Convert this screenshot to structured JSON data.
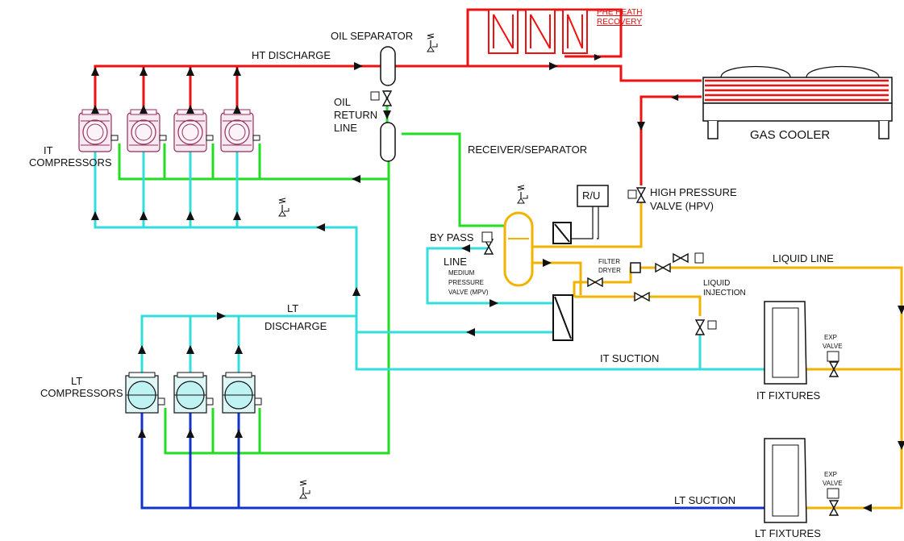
{
  "colors": {
    "ht_discharge": "#ee1111",
    "compressor_red": "#9b2a5a",
    "oil_return": "#22dd22",
    "it_suction": "#33dddd",
    "liquid": "#f2b200",
    "lt_suction": "#1133cc",
    "black": "#111111"
  },
  "labels": {
    "oil_separator": "OIL SEPARATOR",
    "ht_discharge": "HT DISCHARGE",
    "phe_line1": "PHE HEATH",
    "phe_line2": "RECOVERY",
    "oil_return_1": "OIL",
    "oil_return_2": "RETURN",
    "oil_return_3": "LINE",
    "it_compressors_1": "IT",
    "it_compressors_2": "COMPRESSORS",
    "gas_cooler": "GAS COOLER",
    "receiver_separator": "RECEIVER/SEPARATOR",
    "ru": "R/U",
    "hpv_1": "HIGH PRESSURE",
    "hpv_2": "VALVE (HPV)",
    "by_pass": "BY PASS",
    "line": "LINE",
    "mpv_1": "MEDIUM",
    "mpv_2": "PRESSURE",
    "mpv_3": "VALVE (MPV)",
    "filter_1": "FILTER",
    "filter_2": "DRYER",
    "liquid_line": "LIQUID LINE",
    "liquid_injection_1": "LIQUID",
    "liquid_injection_2": "INJECTION",
    "lt": "LT",
    "discharge": "DISCHARGE",
    "it_suction": "IT SUCTION",
    "lt_compressors_1": "LT",
    "lt_compressors_2": "COMPRESSORS",
    "exp_valve_1_a": "EXP",
    "exp_valve_1_b": "VALVE",
    "exp_valve_2_a": "EXP",
    "exp_valve_2_b": "VALVE",
    "it_fixtures": "IT FIXTURES",
    "lt_suction": "LT SUCTION",
    "lt_fixtures": "LT FIXTURES"
  }
}
